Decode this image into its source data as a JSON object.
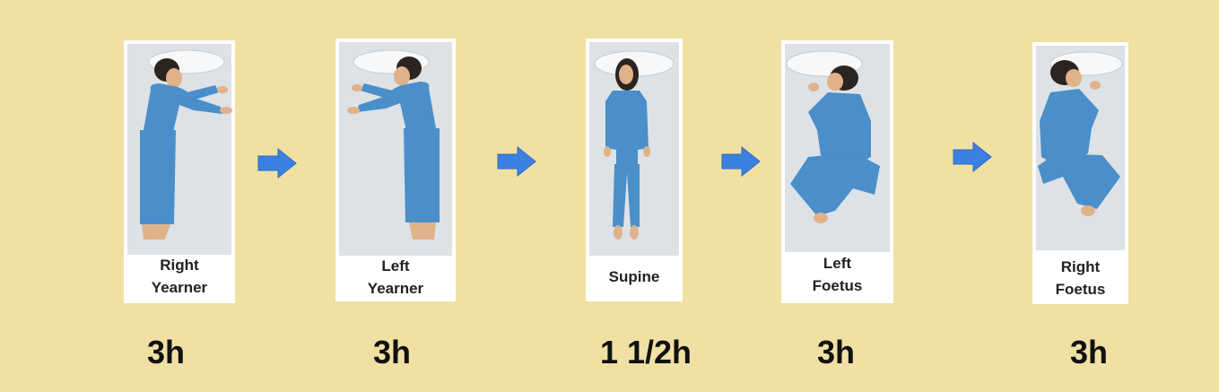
{
  "background_color": "#f1e0a3",
  "figure_color": "#4a8fc9",
  "arrow_color": "#3b82e0",
  "positions": [
    {
      "label": "Right\nYearner",
      "duration": "3h"
    },
    {
      "label": "Left\nYearner",
      "duration": "3h"
    },
    {
      "label": "Supine",
      "duration": "1 1/2h"
    },
    {
      "label": "Left\nFoetus",
      "duration": "3h"
    },
    {
      "label": "Right\nFoetus",
      "duration": "3h"
    }
  ]
}
